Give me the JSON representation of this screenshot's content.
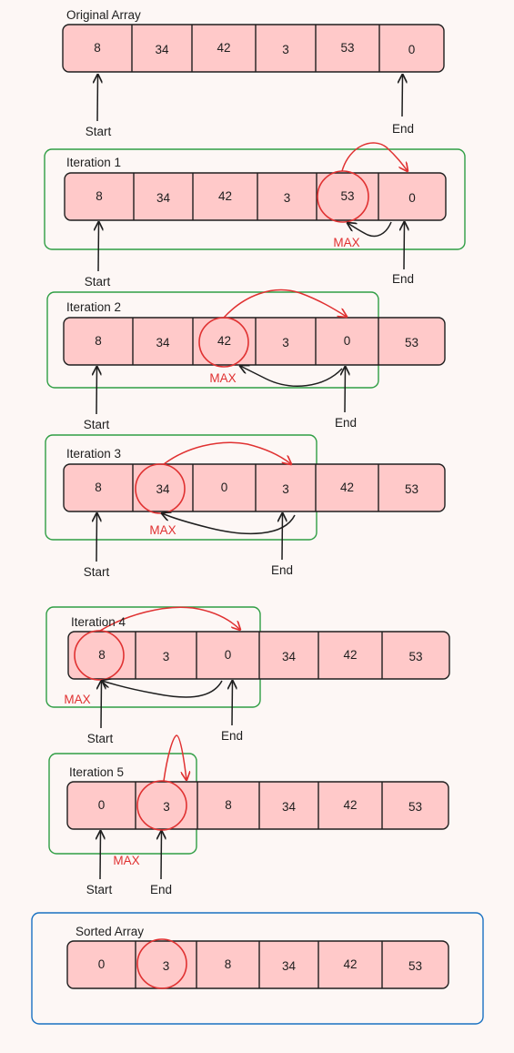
{
  "colors": {
    "background": "#fdf7f5",
    "cell_fill": "#ffc9c9",
    "cell_stroke": "#1e1e1e",
    "group_frame": "#2f9e44",
    "sorted_frame": "#1971c2",
    "max_marker": "#e03131",
    "arrow": "#1e1e1e"
  },
  "pointer_labels": {
    "start": "Start",
    "end": "End",
    "max": "MAX"
  },
  "original": {
    "title": "Original Array",
    "values": [
      "8",
      "34",
      "42",
      "3",
      "53",
      "0"
    ]
  },
  "iterations": [
    {
      "title": "Iteration 1",
      "values": [
        "8",
        "34",
        "42",
        "3",
        "53",
        "0"
      ],
      "start_index": 0,
      "end_index": 5,
      "max_index": 4
    },
    {
      "title": "Iteration 2",
      "values": [
        "8",
        "34",
        "42",
        "3",
        "0",
        "53"
      ],
      "start_index": 0,
      "end_index": 4,
      "max_index": 2
    },
    {
      "title": "Iteration 3",
      "values": [
        "8",
        "34",
        "0",
        "3",
        "42",
        "53"
      ],
      "start_index": 0,
      "end_index": 3,
      "max_index": 1
    },
    {
      "title": "Iteration 4",
      "values": [
        "8",
        "3",
        "0",
        "34",
        "42",
        "53"
      ],
      "start_index": 0,
      "end_index": 2,
      "max_index": 0
    },
    {
      "title": "Iteration 5",
      "values": [
        "0",
        "3",
        "8",
        "34",
        "42",
        "53"
      ],
      "start_index": 0,
      "end_index": 1,
      "max_index": 1
    }
  ],
  "sorted": {
    "title": "Sorted Array",
    "values": [
      "0",
      "3",
      "8",
      "34",
      "42",
      "53"
    ],
    "highlight_index": 1
  }
}
